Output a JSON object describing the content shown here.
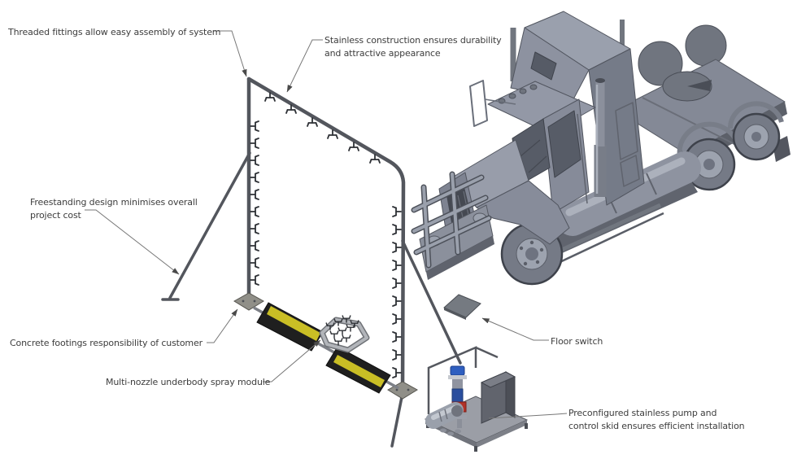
{
  "diagram": {
    "kind": "truck wash system callout diagram",
    "labels": {
      "threaded_fittings": {
        "text": "Threaded fittings allow easy assembly of system"
      },
      "stainless": {
        "line1": "Stainless construction ensures durability",
        "line2": "and attractive appearance"
      },
      "freestanding": {
        "line1": "Freestanding design minimises overall",
        "line2": "project cost"
      },
      "concrete_footings": {
        "text": "Concrete footings responsibility of customer"
      },
      "multi_nozzle": {
        "text": "Multi-nozzle underbody spray module"
      },
      "floor_switch": {
        "text": "Floor switch"
      },
      "pump_skid": {
        "line1": "Preconfigured stainless pump and",
        "line2": "control skid ensures efficient installation"
      }
    },
    "colors": {
      "background": "#ffffff",
      "text": "#3d3d3d",
      "leader_line": "#777777",
      "pipe_dark": "#53565d",
      "pipe_light": "#7d8087",
      "truck_body": "#8b909c",
      "truck_top": "#9aa0ad",
      "truck_shadow": "#61656f",
      "window": "#575c67",
      "ramp_black": "#1f1f1f",
      "ramp_yellow": "#c9be25",
      "pump_blue": "#2f5fc0",
      "pump_red": "#b23228",
      "skid_platform": "#9b9ea6",
      "footing": "#908f88"
    }
  }
}
